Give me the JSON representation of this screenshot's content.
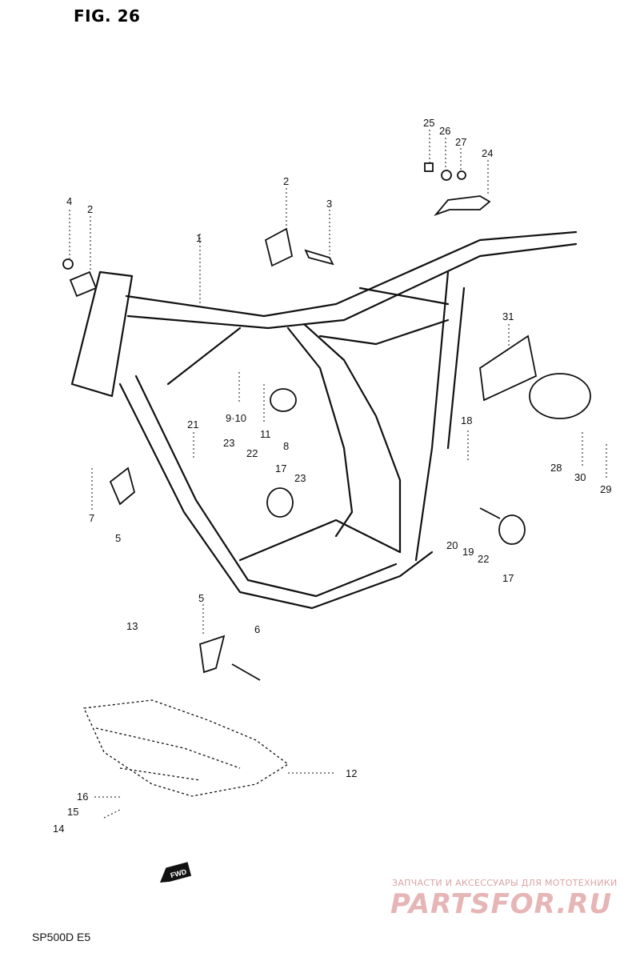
{
  "figure": {
    "title": "FIG. 26",
    "model_code": "SP500D E5",
    "fwd_label": "FWD"
  },
  "callouts": [
    {
      "id": "c25",
      "label": "25"
    },
    {
      "id": "c26",
      "label": "26"
    },
    {
      "id": "c27",
      "label": "27"
    },
    {
      "id": "c24",
      "label": "24"
    },
    {
      "id": "c4",
      "label": "4"
    },
    {
      "id": "c2a",
      "label": "2"
    },
    {
      "id": "c2b",
      "label": "2"
    },
    {
      "id": "c3",
      "label": "3"
    },
    {
      "id": "c1",
      "label": "1"
    },
    {
      "id": "c31",
      "label": "31"
    },
    {
      "id": "c9_10",
      "label": "9·10"
    },
    {
      "id": "c11",
      "label": "11"
    },
    {
      "id": "c8",
      "label": "8"
    },
    {
      "id": "c21",
      "label": "21"
    },
    {
      "id": "c23a",
      "label": "23"
    },
    {
      "id": "c22a",
      "label": "22"
    },
    {
      "id": "c17a",
      "label": "17"
    },
    {
      "id": "c23b",
      "label": "23"
    },
    {
      "id": "c18",
      "label": "18"
    },
    {
      "id": "c28",
      "label": "28"
    },
    {
      "id": "c30",
      "label": "30"
    },
    {
      "id": "c29",
      "label": "29"
    },
    {
      "id": "c7",
      "label": "7"
    },
    {
      "id": "c5a",
      "label": "5"
    },
    {
      "id": "c20",
      "label": "20"
    },
    {
      "id": "c19",
      "label": "19"
    },
    {
      "id": "c22b",
      "label": "22"
    },
    {
      "id": "c17b",
      "label": "17"
    },
    {
      "id": "c5b",
      "label": "5"
    },
    {
      "id": "c13",
      "label": "13"
    },
    {
      "id": "c6",
      "label": "6"
    },
    {
      "id": "c12",
      "label": "12"
    },
    {
      "id": "c16",
      "label": "16"
    },
    {
      "id": "c15",
      "label": "15"
    },
    {
      "id": "c14",
      "label": "14"
    }
  ],
  "watermark": {
    "subtitle": "ЗАПЧАСТИ И АКСЕССУАРЫ ДЛЯ МОТОТЕХНИКИ",
    "logo": "PARTSFOR.RU"
  }
}
